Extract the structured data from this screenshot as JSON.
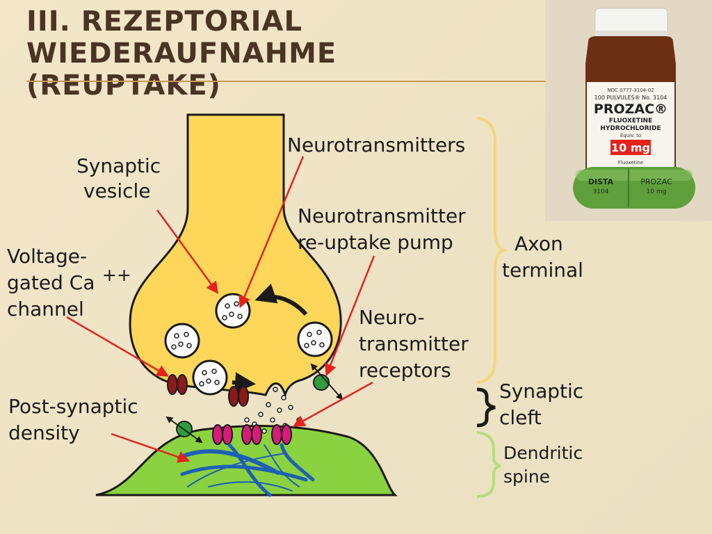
{
  "slide": {
    "title": "III. Rezeptorial Wiederaufnahme (Reuptake)"
  },
  "labels": {
    "synaptic_vesicle_1": "Synaptic",
    "synaptic_vesicle_2": "vesicle",
    "neurotransmitters": "Neurotransmitters",
    "reuptake_pump_1": "Neurotransmitter",
    "reuptake_pump_2": "re-uptake pump",
    "voltage_gated_1": "Voltage-",
    "voltage_gated_2": "gated Ca",
    "voltage_gated_sup": "++",
    "voltage_gated_3": "channel",
    "receptors_1": "Neuro-",
    "receptors_2": "transmitter",
    "receptors_3": "receptors",
    "post_synaptic_1": "Post-synaptic",
    "post_synaptic_2": "density",
    "axon_terminal_1": "Axon",
    "axon_terminal_2": "terminal",
    "synaptic_cleft_1": "Synaptic",
    "synaptic_cleft_2": "cleft",
    "dendritic_spine_1": "Dendritic",
    "dendritic_spine_2": "spine"
  },
  "photo": {
    "label_ndc": "NDC 0777-3104-02",
    "label_count": "100 PULVULES® No. 3104",
    "brand": "PROZAC®",
    "generic_1": "FLUOXETINE",
    "generic_2": "HYDROCHLORIDE",
    "equiv": "Equiv. to",
    "dose": "10 mg",
    "fluoxetine": "Fluoxetine",
    "capsule_left_1": "DISTA",
    "capsule_left_2": "3104",
    "capsule_right_1": "PROZAC",
    "capsule_right_2": "10 mg"
  },
  "colors": {
    "axon": "#fdd65a",
    "axon_outline": "#1a1a1a",
    "dendrite": "#8ad23f",
    "arrow": "#e3231c",
    "brace_axon": "#f2d77a",
    "brace_dendrite": "#b6dc7f",
    "ca_channel": "#8b1a1a",
    "receptor": "#d81b7a",
    "pump": "#2e9e3c",
    "filaments": "#1f5fb5"
  }
}
